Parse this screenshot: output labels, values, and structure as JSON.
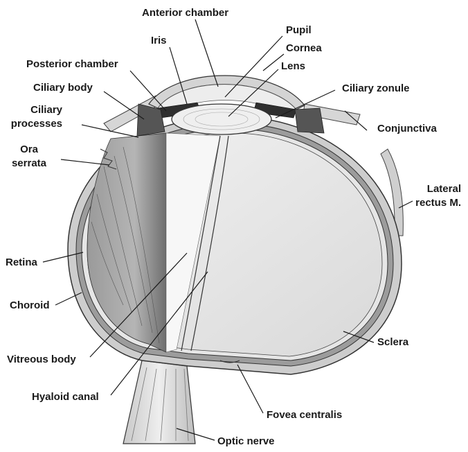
{
  "labels": {
    "anterior_chamber": "Anterior chamber",
    "iris": "Iris",
    "pupil": "Pupil",
    "cornea": "Cornea",
    "lens": "Lens",
    "posterior_chamber": "Posterior chamber",
    "ciliary_body": "Ciliary body",
    "ciliary_zonule": "Ciliary zonule",
    "ciliary_processes_1": "Ciliary",
    "ciliary_processes_2": "processes",
    "conjunctiva": "Conjunctiva",
    "ora_serrata_1": "Ora",
    "ora_serrata_2": "serrata",
    "lateral_rectus_1": "Lateral",
    "lateral_rectus_2": "rectus M.",
    "retina": "Retina",
    "choroid": "Choroid",
    "sclera": "Sclera",
    "vitreous_body": "Vitreous body",
    "hyaloid_canal": "Hyaloid canal",
    "fovea_centralis": "Fovea centralis",
    "optic_nerve": "Optic nerve"
  }
}
